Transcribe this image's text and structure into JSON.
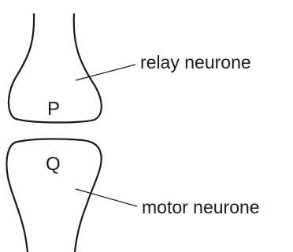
{
  "labels": {
    "top_letter": "P",
    "bottom_letter": "Q",
    "relay": "relay neurone",
    "motor": "motor neurone"
  },
  "colors": {
    "ink": "#1a1a1a",
    "background": "#ffffff"
  }
}
